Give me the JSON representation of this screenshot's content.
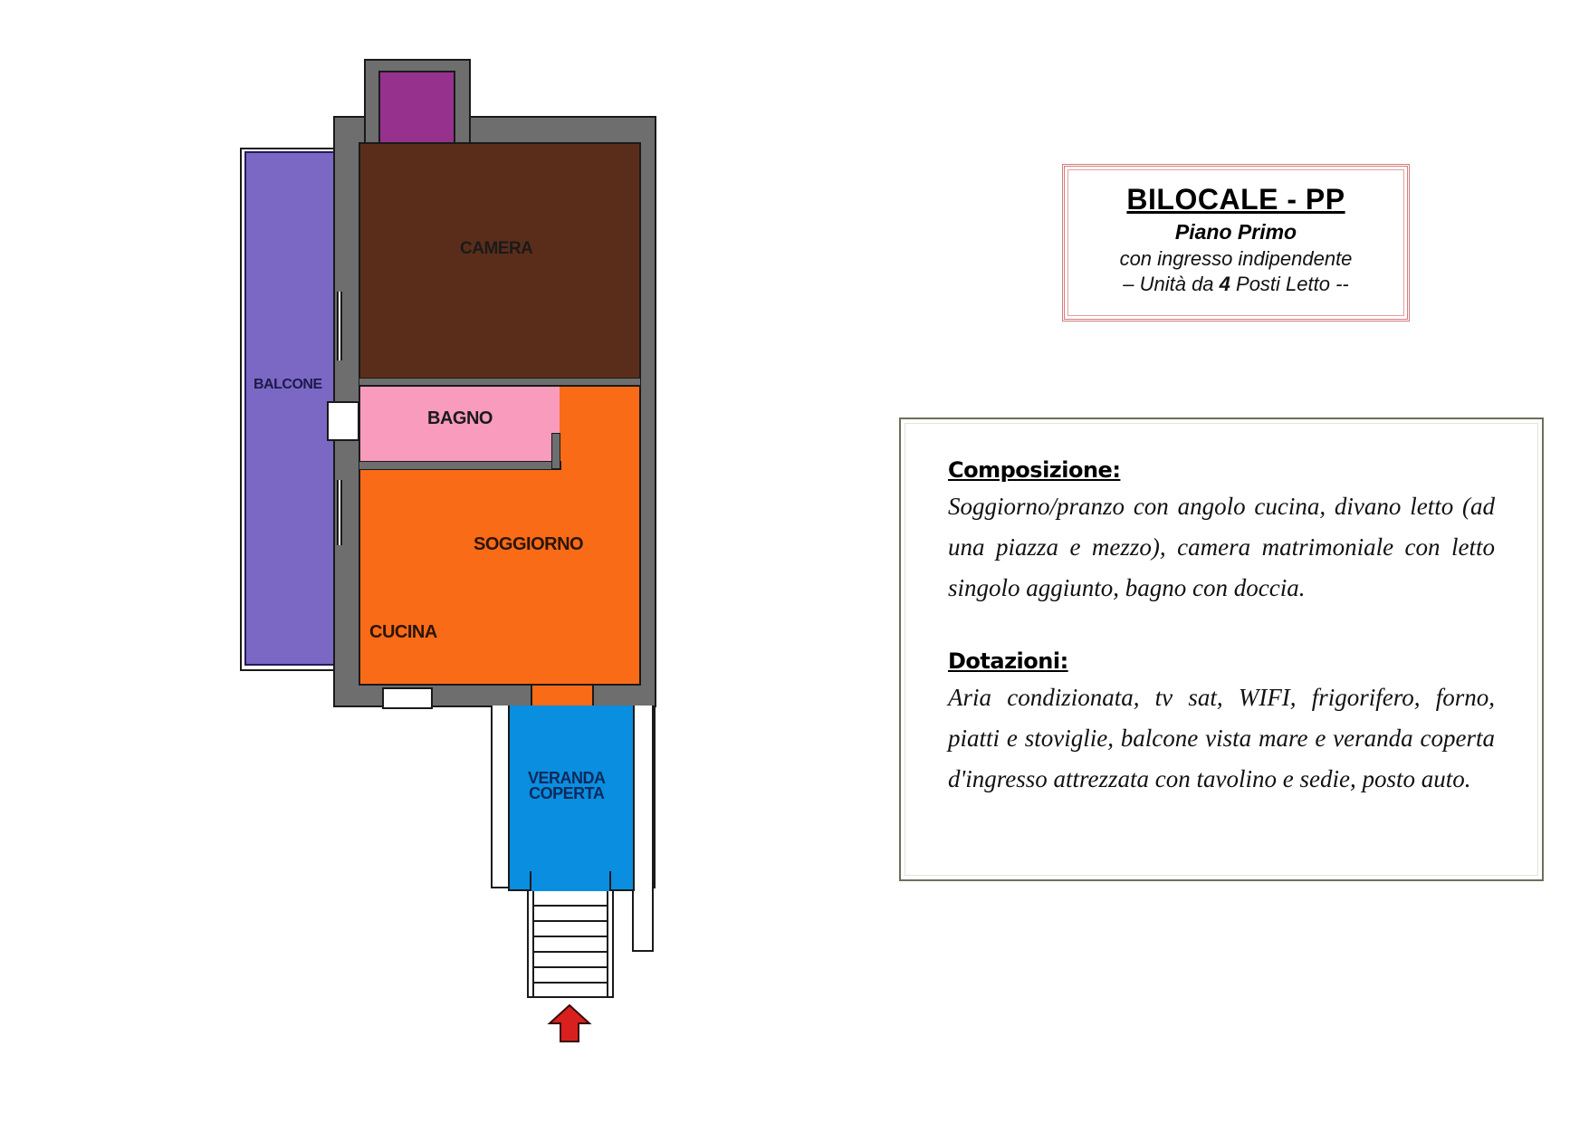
{
  "title_box": {
    "title": "BILOCALE - PP",
    "subtitle": "Piano Primo",
    "line3": "con ingresso indipendente",
    "line4_prefix": "– Unità da ",
    "line4_number": "4",
    "line4_suffix": " Posti Letto --",
    "border_color": "#d57a7a"
  },
  "info_box": {
    "sections": [
      {
        "heading": "Composizione:",
        "text": "Soggiorno/pranzo con angolo cucina, divano letto (ad una piazza e mezzo), camera matrimoniale con letto singolo aggiunto, bagno con doccia."
      },
      {
        "heading": "Dotazioni:",
        "text": "Aria condizionata, tv sat, WIFI, frigorifero, forno, piatti e stoviglie, balcone vista mare e veranda coperta d'ingresso attrezzata con tavolino e sedie, posto auto."
      }
    ],
    "border_color": "#6b7058"
  },
  "floor_plan": {
    "rooms": [
      {
        "label": "CAMERA",
        "color": "#5a2d1a"
      },
      {
        "label": "BALCONE",
        "color": "#7b68c4"
      },
      {
        "label": "BAGNO",
        "color": "#f99bbd"
      },
      {
        "label": "SOGGIORNO",
        "color": "#fa6b17"
      },
      {
        "label": "CUCINA",
        "color": "#fa6b17"
      },
      {
        "label": "VERANDA",
        "label2": "COPERTA",
        "color": "#0a8ee0"
      }
    ],
    "closet_color": "#97318e",
    "wall_color": "#6e6e6e",
    "entrance_arrow_color": "#d8201e"
  }
}
